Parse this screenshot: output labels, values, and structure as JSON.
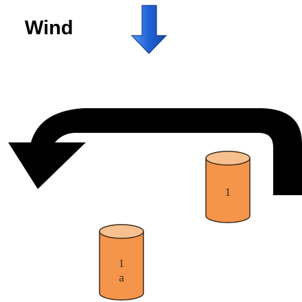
{
  "wind": {
    "label": "Wind",
    "arrow_color": "#1f62d6"
  },
  "flow_arrow": {
    "color": "#000000",
    "direction": "turns-back-left"
  },
  "cylinders": [
    {
      "label_lines": [
        "1"
      ],
      "body_color": "#f5954b",
      "top_color": "#f8c08f",
      "outline_color": "#3c2a1a"
    },
    {
      "label_lines": [
        "1",
        "a"
      ],
      "body_color": "#f5954b",
      "top_color": "#f8c08f",
      "outline_color": "#3c2a1a"
    }
  ]
}
